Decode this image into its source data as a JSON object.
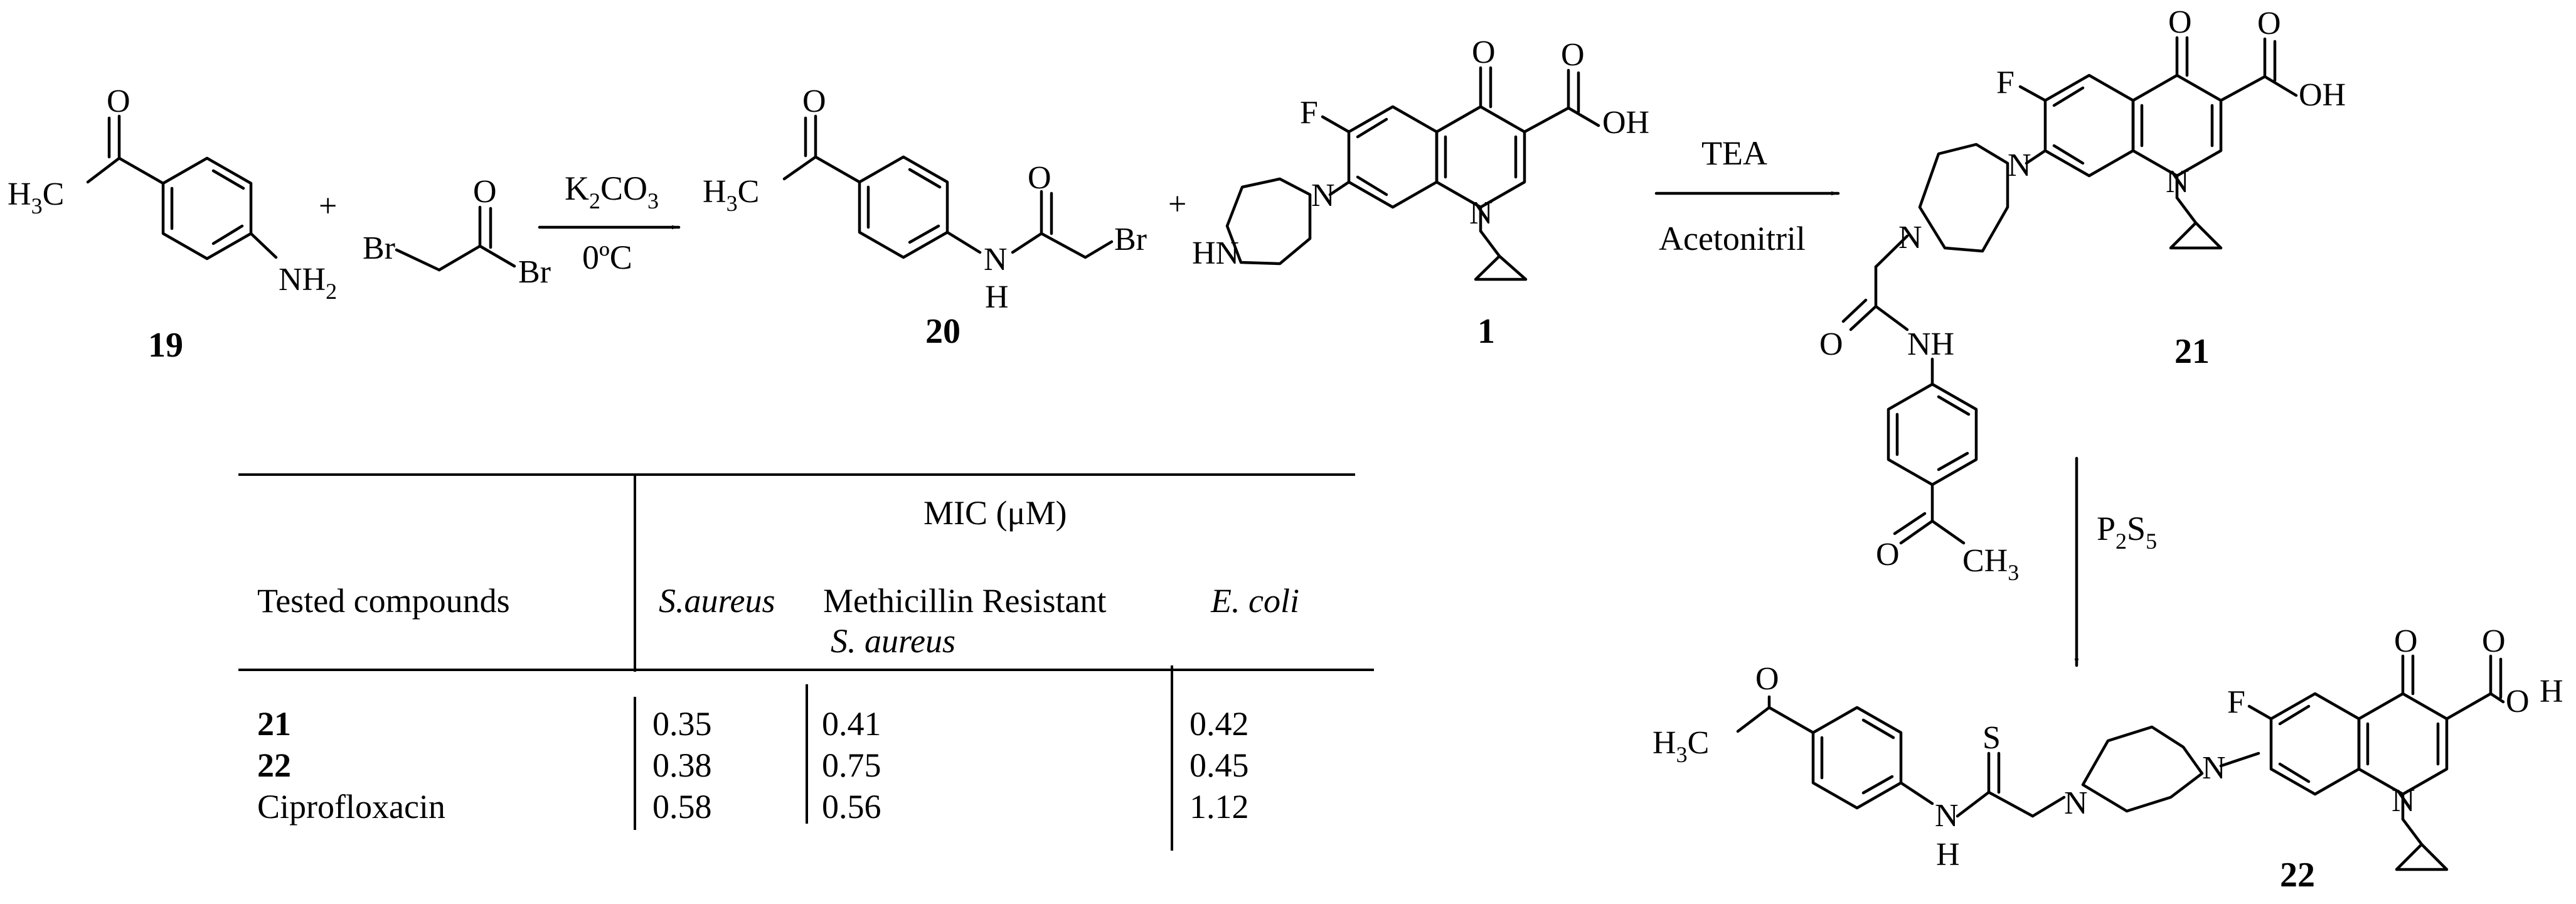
{
  "reagents": {
    "step1": {
      "top": "K2CO3",
      "bottom": "0ºC",
      "top_base": "K",
      "top_sub1": "2",
      "top_mid": "CO",
      "top_sub2": "3"
    },
    "step2": {
      "top": "TEA",
      "bottom": "Acetonitril"
    },
    "step3": {
      "text": "P2S5",
      "base1": "P",
      "sub1": "2",
      "base2": "S",
      "sub2": "5"
    }
  },
  "compounds": [
    {
      "id": "19",
      "atoms": [
        "O",
        "H3C",
        "NH2"
      ]
    },
    {
      "id": "bromoacetyl-bromide",
      "atoms": [
        "Br",
        "O",
        "Br"
      ]
    },
    {
      "id": "20",
      "atoms": [
        "O",
        "H3C",
        "N",
        "H",
        "O",
        "Br"
      ]
    },
    {
      "id": "1",
      "atoms": [
        "F",
        "O",
        "O",
        "OH",
        "N",
        "N",
        "HN"
      ]
    },
    {
      "id": "21",
      "atoms": [
        "F",
        "O",
        "O",
        "OH",
        "N",
        "N",
        "N",
        "O",
        "NH",
        "O",
        "CH3"
      ]
    },
    {
      "id": "22",
      "atoms": [
        "O",
        "H3C",
        "N",
        "H",
        "S",
        "N",
        "N",
        "N",
        "F",
        "O",
        "O",
        "O",
        "H"
      ]
    }
  ],
  "symbols": {
    "plus": "+",
    "H3C_base": "H",
    "H3C_sub": "3",
    "H3C_tail": "C",
    "CH3_base": "CH",
    "CH3_sub": "3",
    "NH2_base": "NH",
    "NH2_sub": "2"
  },
  "table": {
    "group_header": "MIC (μM)",
    "row_header": "Tested compounds",
    "columns": [
      {
        "label": "S.aureus",
        "italic": true
      },
      {
        "label": "Methicillin Resistant",
        "sublabel": "S. aureus",
        "italic": false
      },
      {
        "label": "E. coli",
        "italic": true
      }
    ],
    "rows": [
      {
        "compound": "21",
        "bold": true,
        "values": [
          "0.35",
          "0.41",
          "0.42"
        ]
      },
      {
        "compound": "22",
        "bold": true,
        "values": [
          "0.38",
          "0.75",
          "0.45"
        ]
      },
      {
        "compound": "Ciprofloxacin",
        "bold": false,
        "values": [
          "0.58",
          "0.56",
          "1.12"
        ]
      }
    ]
  }
}
